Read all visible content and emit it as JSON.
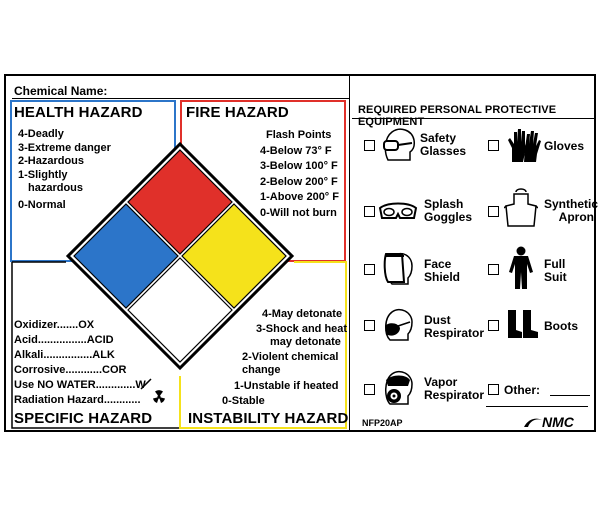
{
  "header": {
    "chemical_name_label": "Chemical Name:"
  },
  "health": {
    "title": "HEALTH HAZARD",
    "items": [
      "4-Deadly",
      "3-Extreme danger",
      "2-Hazardous",
      "1-Slightly",
      "hazardous",
      "0-Normal"
    ]
  },
  "fire": {
    "title": "FIRE HAZARD",
    "items": [
      "Flash Points",
      "4-Below 73° F",
      "3-Below 100° F",
      "2-Below 200° F",
      "1-Above 200° F",
      "0-Will not burn"
    ]
  },
  "specific": {
    "title": "SPECIFIC HAZARD",
    "items": [
      "Oxidizer.......OX",
      "Acid................ACID",
      "Alkali................ALK",
      "Corrosive............COR",
      "Use NO WATER.............W",
      "Radiation Hazard............"
    ]
  },
  "instability": {
    "title": "INSTABILITY HAZARD",
    "items": [
      "4-May detonate",
      "3-Shock and heat",
      "may detonate",
      "2-Violent chemical",
      "change",
      "1-Unstable if heated",
      "0-Stable"
    ]
  },
  "ppe": {
    "title": "REQUIRED PERSONAL PROTECTIVE EQUIPMENT",
    "safety_glasses": [
      "Safety",
      "Glasses"
    ],
    "gloves": [
      "Gloves"
    ],
    "splash_goggles": [
      "Splash",
      "Goggles"
    ],
    "synthetic_apron": [
      "Synthetic",
      "Apron"
    ],
    "face_shield": [
      "Face",
      "Shield"
    ],
    "full_suit": [
      "Full",
      "Suit"
    ],
    "dust_respirator": [
      "Dust",
      "Respirator"
    ],
    "boots": [
      "Boots"
    ],
    "vapor_respirator": [
      "Vapor",
      "Respirator"
    ],
    "other": [
      "Other:"
    ]
  },
  "footer": {
    "code": "NFP20AP",
    "brand": "NMC"
  },
  "colors": {
    "health_blue": "#2c75c9",
    "fire_red": "#e0302a",
    "instability_yellow": "#f5e21b",
    "specific_white": "#ffffff"
  }
}
